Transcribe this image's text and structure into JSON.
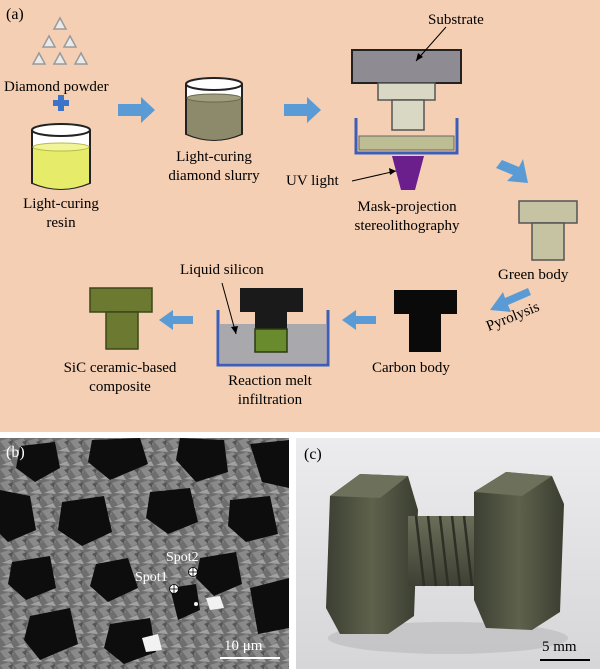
{
  "panel_a": {
    "label": "(a)",
    "diamond_powder": "Diamond powder",
    "resin_line1": "Light-curing",
    "resin_line2": "resin",
    "slurry_line1": "Light-curing",
    "slurry_line2": "diamond slurry",
    "substrate": "Substrate",
    "uv_light": "UV light",
    "mask_line1": "Mask-projection",
    "mask_line2": "stereolithography",
    "green_body": "Green body",
    "pyrolysis": "Pyrolysis",
    "carbon_body": "Carbon body",
    "liquid_silicon": "Liquid silicon",
    "rmi_line1": "Reaction melt",
    "rmi_line2": "infiltration",
    "sic_line1": "SiC ceramic-based",
    "sic_line2": "composite"
  },
  "panel_b": {
    "label": "(b)",
    "spot1": "Spot1",
    "spot2": "Spot2",
    "scale": "10 μm"
  },
  "panel_c": {
    "label": "(c)",
    "scale": "5 mm"
  },
  "colors": {
    "background": "#f4cfb3",
    "arrow": "#5b9bd5",
    "resin": "#e6ec6a",
    "slurry": "#8c8a6a",
    "substrate": "#8e8c92",
    "uv": "#6a1f8c",
    "composite": "#6b7a30"
  }
}
